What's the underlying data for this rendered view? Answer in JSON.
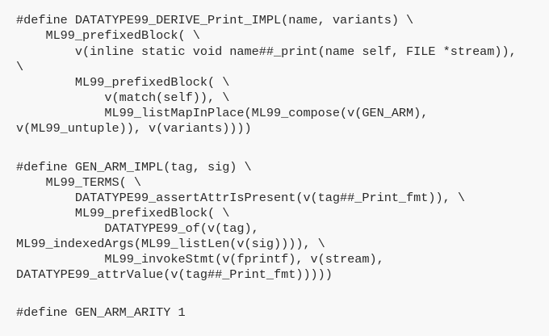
{
  "code_block": {
    "lines": [
      "#define DATATYPE99_DERIVE_Print_IMPL(name, variants) \\",
      "    ML99_prefixedBlock( \\",
      "        v(inline static void name##_print(name self, FILE *stream)),",
      "\\",
      "        ML99_prefixedBlock( \\",
      "            v(match(self)), \\",
      "            ML99_listMapInPlace(ML99_compose(v(GEN_ARM),",
      "v(ML99_untuple)), v(variants))))",
      "#define GEN_ARM_IMPL(tag, sig) \\",
      "    ML99_TERMS( \\",
      "        DATATYPE99_assertAttrIsPresent(v(tag##_Print_fmt)), \\",
      "        ML99_prefixedBlock( \\",
      "            DATATYPE99_of(v(tag),",
      "ML99_indexedArgs(ML99_listLen(v(sig)))), \\",
      "            ML99_invokeStmt(v(fprintf), v(stream),",
      "DATATYPE99_attrValue(v(tag##_Print_fmt)))))",
      "#define GEN_ARM_ARITY 1"
    ]
  }
}
